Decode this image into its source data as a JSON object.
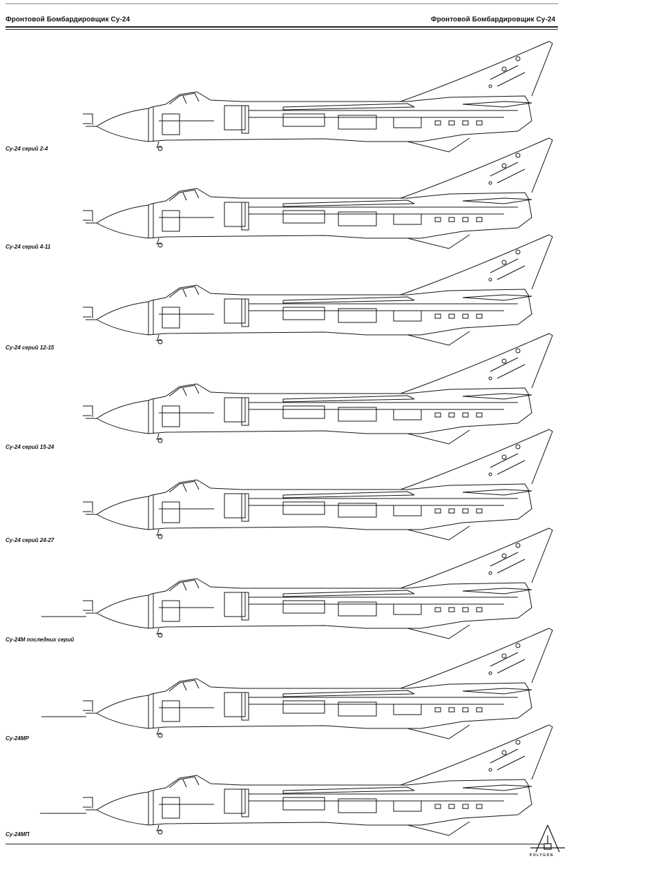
{
  "header": {
    "left_title": "Фронтовой Бомбардировщик Су-24",
    "right_title": "Фронтовой Бомбардировщик Су-24"
  },
  "variants": [
    {
      "label": "Су-24 серий 2-4"
    },
    {
      "label": "Су-24 серий 4-11"
    },
    {
      "label": "Су-24 серий 12-15"
    },
    {
      "label": "Су-24 серий 15-24"
    },
    {
      "label": "Су-24 серий 24-27"
    },
    {
      "label": "Су-24М последних серий"
    },
    {
      "label": "Су-24МР"
    },
    {
      "label": "Су-24МП"
    }
  ],
  "logo": {
    "text": "POLYGON"
  }
}
